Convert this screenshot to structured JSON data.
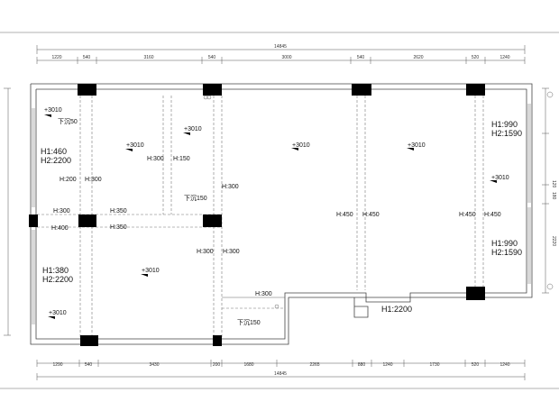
{
  "dimensions": {
    "top_total": "14845",
    "top_segments": [
      "1220",
      "540",
      "3160",
      "540",
      "3000",
      "540",
      "2620",
      "520",
      "1240"
    ],
    "bottom_segments": [
      "1290",
      "540",
      "3430",
      "200",
      "1680",
      "2265",
      "880",
      "1240",
      "1730",
      "520",
      "1240"
    ],
    "bottom_total": "14845",
    "right_segments": [
      "120",
      "180",
      "2220"
    ]
  },
  "labels": {
    "elev_tl": "+3010",
    "sunk_tl": "下沉50",
    "h_room1": "H1:460",
    "h2_room1": "H2:2200",
    "elev_room1": "+3010",
    "h_300_a": "H:300",
    "h_150": "H:150",
    "elev_room2": "+3010",
    "h_200": "H:200",
    "h_300_b": "H:300",
    "sunk_150": "下沉150",
    "h_300_c": "H:300",
    "h_300_d": "H:300",
    "h_350_a": "H:350",
    "h_400": "H:400",
    "h_350_b": "H:350",
    "elev_mid": "+3010",
    "elev_right": "+3010",
    "h_450_a": "H:450",
    "h_450_b": "H:450",
    "h_450_c": "H:450",
    "h_450_d": "H:450",
    "h1_990_top": "H1:990",
    "h2_1590_top": "H2:1590",
    "elev_side": "+3010",
    "h1_990_bot": "H1:990",
    "h2_1590_bot": "H2:1590",
    "h1_380": "H1:380",
    "h2_2200": "H2:2200",
    "elev_room3": "+3010",
    "h_300_e": "H:300",
    "h_300_f": "H:300",
    "h_300_g": "H:300",
    "sunk_150_b": "下沉150",
    "elev_bl": "+3010",
    "h1_2200": "H1:2200"
  },
  "colors": {
    "column": "#000000",
    "wall": "#444444",
    "dash": "#777777"
  }
}
